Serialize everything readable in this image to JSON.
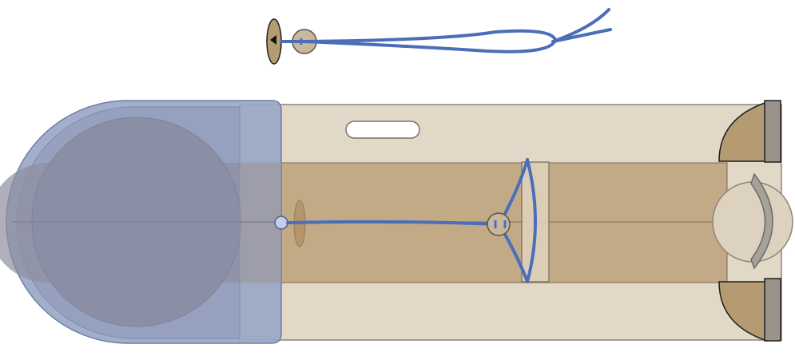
{
  "diagram": {
    "labels": [],
    "colors": {
      "outer_board": "#e2d8c8",
      "outer_board_stroke": "#8d8478",
      "channel": "#c2aa87",
      "channel_stroke": "#7a6a55",
      "end_cap": "#b59b72",
      "end_cap_plate": "#9a9389",
      "blue_cap": "#9aa7c6",
      "blue_cap_stroke": "#6d7ea8",
      "blue_disc": "#8a8fa6",
      "cord": "#4a6fb8",
      "bead": "#c9b79b",
      "slot": "#ffffff",
      "collar": "#e1d3bf"
    },
    "parts": [
      "loose-cord-assembly",
      "outer-board",
      "hand-slot",
      "inner-channel",
      "blue-end-cap",
      "cord-anchor-bead",
      "sliding-collar",
      "right-end-clamps"
    ]
  }
}
